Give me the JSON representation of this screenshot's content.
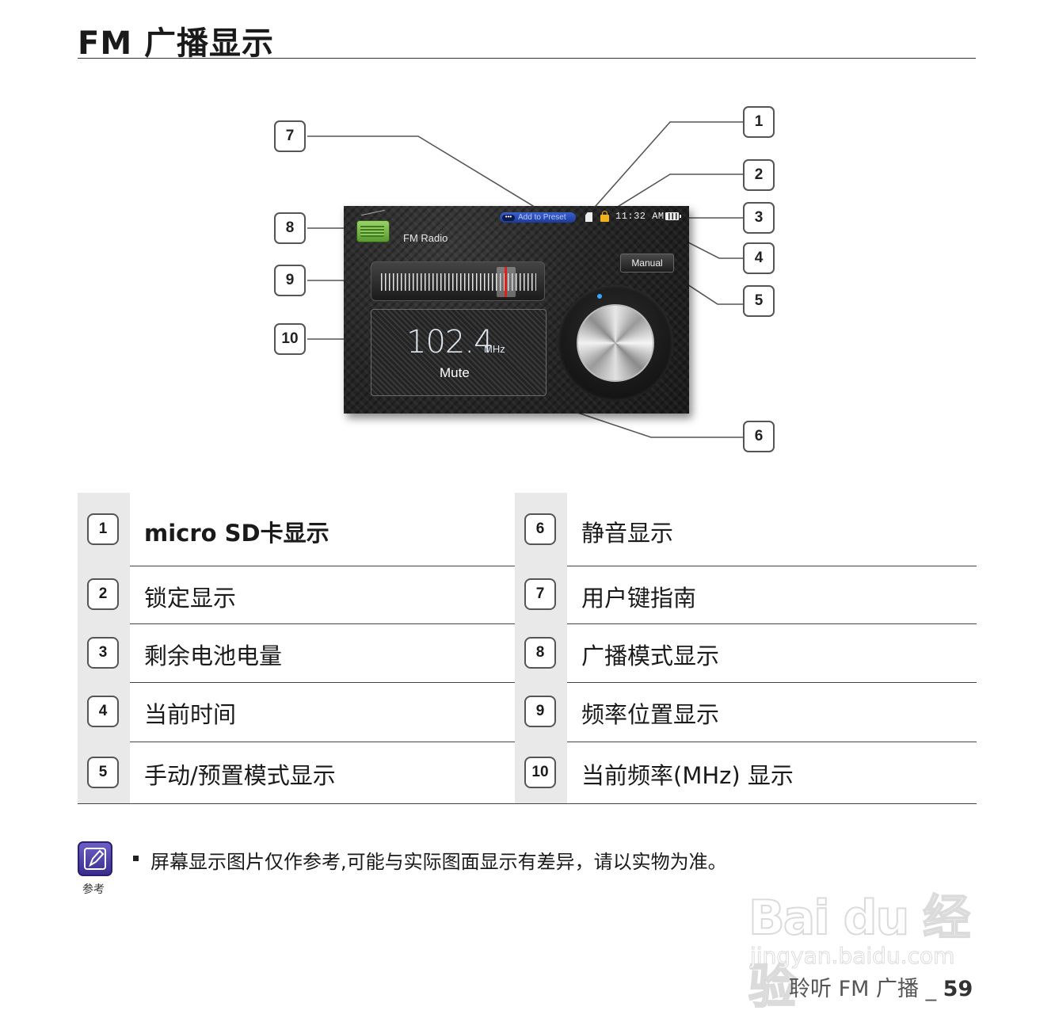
{
  "page": {
    "title": "FM 广播显示"
  },
  "screen": {
    "mode_label": "FM Radio",
    "preset_hint": "Add to Preset",
    "preset_dots": "•••",
    "clock": "11:32 AM",
    "manual_button": "Manual",
    "frequency": "102.4",
    "frequency_unit": "MHz",
    "status": "Mute"
  },
  "callouts": [
    "1",
    "2",
    "3",
    "4",
    "5",
    "6",
    "7",
    "8",
    "9",
    "10"
  ],
  "legend": {
    "left": [
      {
        "num": "1",
        "text": "micro SD卡显示"
      },
      {
        "num": "2",
        "text": "锁定显示"
      },
      {
        "num": "3",
        "text": "剩余电池电量"
      },
      {
        "num": "4",
        "text": "当前时间"
      },
      {
        "num": "5",
        "text": "手动/预置模式显示"
      }
    ],
    "right": [
      {
        "num": "6",
        "text": "静音显示"
      },
      {
        "num": "7",
        "text": "用户键指南"
      },
      {
        "num": "8",
        "text": "广播模式显示"
      },
      {
        "num": "9",
        "text": "频率位置显示"
      },
      {
        "num": "10",
        "text": "当前频率(MHz) 显示"
      }
    ]
  },
  "note": {
    "caption": "参考",
    "text": "屏幕显示图片仅作参考,可能与实际图面显示有差异，请以实物为准。"
  },
  "watermark": {
    "brand": "Bai du 经验",
    "url": "jingyan.baidu.com"
  },
  "footer": {
    "section": "聆听 FM 广播 _ ",
    "page_number": "59"
  }
}
